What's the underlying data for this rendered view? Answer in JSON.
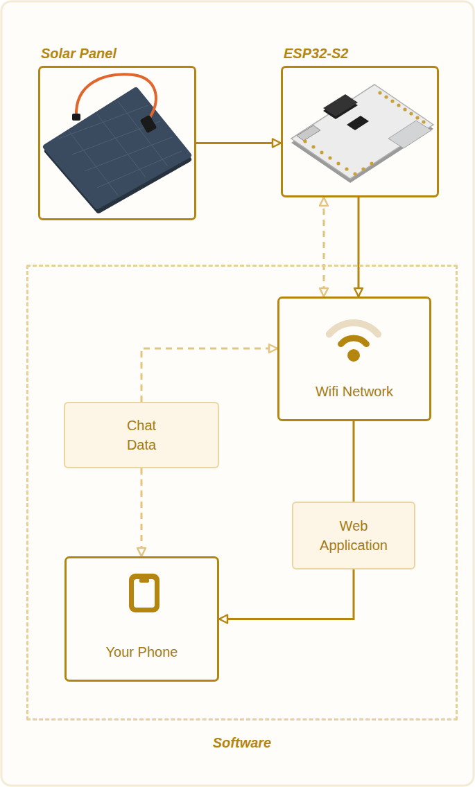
{
  "diagram": {
    "nodes": [
      {
        "text": [
          "Solar Panel"
        ]
      },
      {
        "text": [
          "ESP32-S2"
        ]
      },
      {
        "text": [
          "Software"
        ]
      },
      {
        "text": [
          "Wifi Network"
        ],
        "in": 2
      },
      {
        "text": [
          "Chat Data"
        ],
        "in": 2
      },
      {
        "text": [
          "Web Application"
        ],
        "in": 2
      },
      {
        "text": [
          "Your Phone"
        ],
        "in": 2
      }
    ],
    "edges": [
      {
        "from": 0,
        "to": 1,
        "arrow": "to"
      },
      {
        "from": 1,
        "to": 3,
        "arrow": "both"
      },
      {
        "from": 1,
        "to": 3,
        "arrow": "to"
      },
      {
        "from": 4,
        "to": 3,
        "arrow": "to"
      },
      {
        "from": 4,
        "to": 6,
        "arrow": "to"
      },
      {
        "from": 3,
        "to": 5,
        "arrow": "none"
      },
      {
        "from": 5,
        "to": 6,
        "arrow": "to"
      }
    ]
  }
}
